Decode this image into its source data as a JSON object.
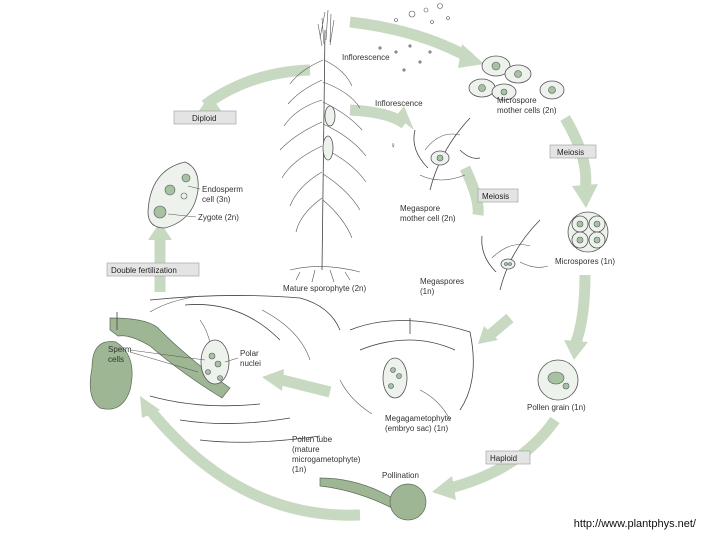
{
  "labels": {
    "inflorescence_top": "Inflorescence",
    "inflorescence_mid": "Inflorescence",
    "female_symbol": "♀",
    "diploid": "Diploid",
    "microspore_mother_1": "Microspore",
    "microspore_mother_2": "mother cells (2n)",
    "meiosis_right": "Meiosis",
    "meiosis_center": "Meiosis",
    "megaspore_mother_1": "Megaspore",
    "megaspore_mother_2": "mother cell (2n)",
    "endosperm_1": "Endosperm",
    "endosperm_2": "cell (3n)",
    "zygote": "Zygote (2n)",
    "microspores": "Microspores (1n)",
    "megaspores_1": "Megaspores",
    "megaspores_2": "(1n)",
    "mature_sporophyte": "Mature sporophyte (2n)",
    "double_fertilization": "Double fertilization",
    "sperm_1": "Sperm",
    "sperm_2": "cells",
    "polar_1": "Polar",
    "polar_2": "nuclei",
    "megagametophyte_1": "Megagametophyte",
    "megagametophyte_2": "(embryo sac) (1n)",
    "pollen_grain": "Pollen grain (1n)",
    "haploid": "Haploid",
    "pollen_tube_1": "Pollen tube",
    "pollen_tube_2": "(mature",
    "pollen_tube_3": "microgametophyte)",
    "pollen_tube_4": "(1n)",
    "pollination": "Pollination"
  },
  "source_url": "http://www.plantphys.net/"
}
